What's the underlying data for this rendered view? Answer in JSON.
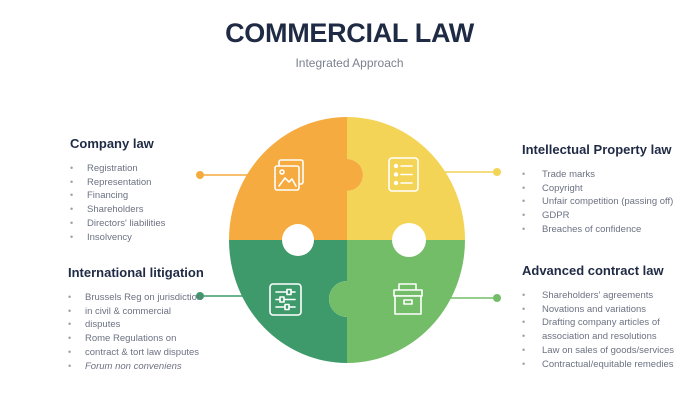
{
  "title": "COMMERCIAL LAW",
  "subtitle": "Integrated Approach",
  "colors": {
    "orange": "#f5ab3f",
    "yellow": "#f3d457",
    "dark_green": "#3f9a6b",
    "light_green": "#74bd68",
    "heading": "#1f2a44",
    "text": "#6b7282"
  },
  "sections": {
    "company": {
      "heading": "Company law",
      "icon": "image-gallery-icon",
      "items": [
        "Registration",
        "Representation",
        "Financing",
        "Shareholders",
        "Directors' liabilities",
        "Insolvency"
      ]
    },
    "ip": {
      "heading": "Intellectual Property law",
      "icon": "checklist-icon",
      "items": [
        "Trade marks",
        "Copyright",
        "Unfair competition (passing off)",
        "GDPR",
        "Breaches of confidence"
      ]
    },
    "litigation": {
      "heading": "International litigation",
      "icon": "sliders-icon",
      "items": [
        "Brussels Reg on jurisdiction",
        "in civil & commercial",
        "disputes",
        "Rome Regulations on",
        "contract & tort law disputes",
        "Forum non conveniens"
      ]
    },
    "contract": {
      "heading": "Advanced contract law",
      "icon": "archive-box-icon",
      "items": [
        "Shareholders' agreements",
        "Novations and variations",
        "Drafting company articles of",
        "association and resolutions",
        "Law on sales of goods/services",
        "Contractual/equitable remedies"
      ]
    }
  }
}
